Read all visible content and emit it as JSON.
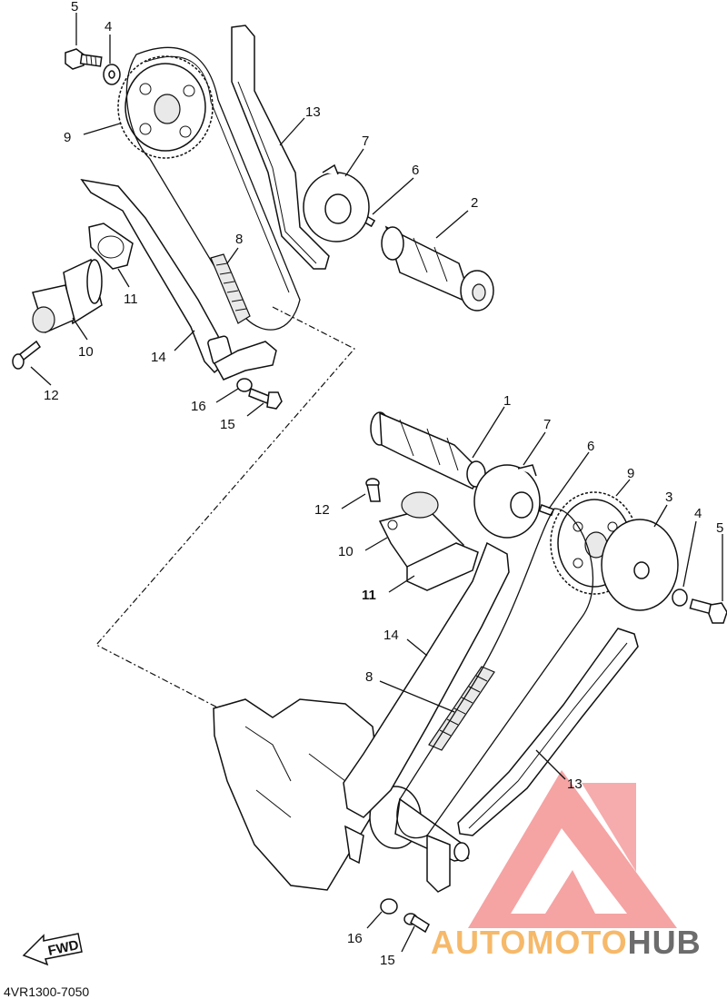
{
  "diagram_code": "4VR1300-7050",
  "fwd_label": "FWD",
  "watermark": {
    "part1": "AUTOMOTO",
    "part2": "HUB",
    "accent_color": "#f6b96a",
    "grey_color": "#6c6c6c",
    "logo_color": "#f08080"
  },
  "callouts": {
    "upper": {
      "n5": "5",
      "n4": "4",
      "n9": "9",
      "n13": "13",
      "n7": "7",
      "n6": "6",
      "n2": "2",
      "n8": "8",
      "n11": "11",
      "n10": "10",
      "n14": "14",
      "n12": "12",
      "n16": "16",
      "n15": "15"
    },
    "lower": {
      "n1": "1",
      "n7": "7",
      "n6": "6",
      "n9": "9",
      "n3": "3",
      "n4": "4",
      "n5": "5",
      "n12": "12",
      "n10": "10",
      "n11": "11",
      "n14": "14",
      "n8": "8",
      "n13": "13",
      "n16": "16",
      "n15": "15"
    }
  }
}
